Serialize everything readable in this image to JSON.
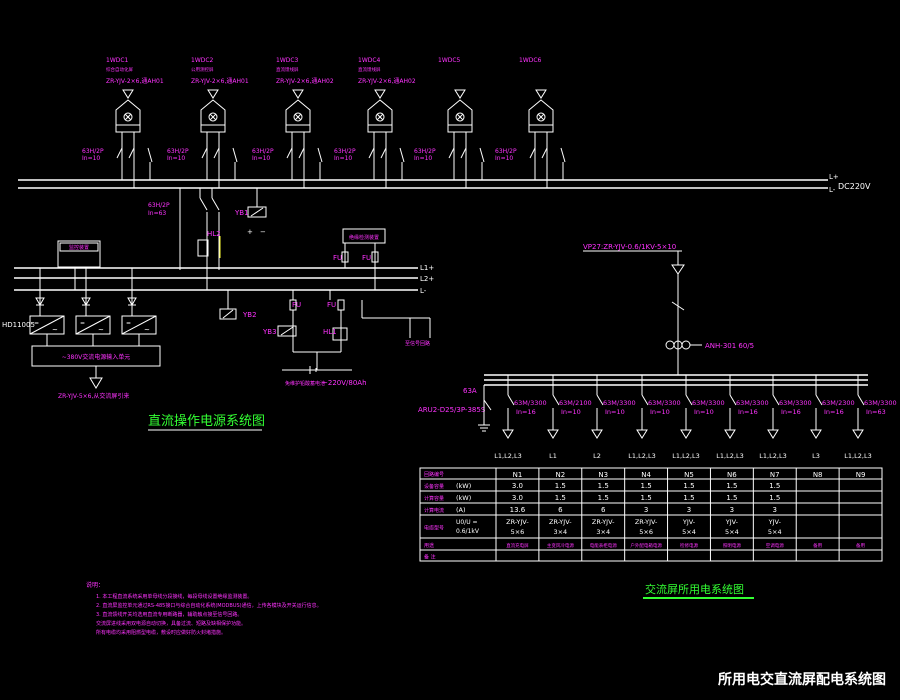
{
  "footer_title": "所用电交直流屏配电系统图",
  "dc": {
    "title": "直流操作电源系统图",
    "bus_label_pos": "L+",
    "bus_label_neg": "L-",
    "voltage": "DC220V",
    "feeders": [
      {
        "id": "1WDC1",
        "note": "综合自动化屏",
        "cable": "ZR-YJV-2×6,通AH01",
        "breaker": "63H/2P",
        "rating": "In=10"
      },
      {
        "id": "1WDC2",
        "note": "公用测控屏",
        "cable": "ZR-YJV-2×6,通AH01",
        "breaker": "63H/2P",
        "rating": "In=10"
      },
      {
        "id": "1WDC3",
        "note": "直流馈线屏",
        "cable": "ZR-YJV-2×6,通AH02",
        "breaker": "63H/2P",
        "rating": "In=10"
      },
      {
        "id": "1WDC4",
        "note": "直流馈线屏",
        "cable": "ZR-YJV-2×6,通AH02",
        "breaker": "63H/2P",
        "rating": "In=10"
      },
      {
        "id": "1WDC5",
        "note": "",
        "cable": "",
        "breaker": "63H/2P",
        "rating": "In=10"
      },
      {
        "id": "1WDC6",
        "note": "",
        "cable": "",
        "breaker": "63H/2P",
        "rating": "In=10"
      }
    ],
    "main_breaker": "63H/2P",
    "main_rating": "In=63",
    "yb1": "YB1",
    "yb2": "YB2",
    "yb3": "YB3",
    "hl1": "HL1",
    "hl2": "HL2",
    "fu": "FU",
    "monitor_box": "监控装置",
    "insulation_box": "绝缘检测装置",
    "l1p": "L1+",
    "l2p": "L2+",
    "lneg": "L-",
    "rectifier_model": "HD11005",
    "ac_input_box": "~380V交流电源输入单元",
    "ac_cable": "ZR-YJV-5×6,从交流屏引来",
    "battery": "~220V/80Ah",
    "battery_note": "免维护铅酸蓄电池",
    "signal_note": "至信号回路"
  },
  "ac": {
    "title": "交流屏所用电系统图",
    "incoming_cable": "VP27:ZR-YJV-0.6/1KV-5×10",
    "meter": "ANH-301 60/5",
    "breaker_in": "63A",
    "surge": "ARU2-D25/3P-385S",
    "feeders": [
      {
        "breaker": "63M/3300",
        "rating": "In=16",
        "phase": "L1,L2,L3"
      },
      {
        "breaker": "63M/2100",
        "rating": "In=10",
        "phase": "L1"
      },
      {
        "breaker": "63M/3300",
        "rating": "In=10",
        "phase": "L2"
      },
      {
        "breaker": "63M/3300",
        "rating": "In=10",
        "phase": "L1,L2,L3"
      },
      {
        "breaker": "63M/3300",
        "rating": "In=10",
        "phase": "L1,L2,L3"
      },
      {
        "breaker": "63M/3300",
        "rating": "In=16",
        "phase": "L1,L2,L3"
      },
      {
        "breaker": "63M/3300",
        "rating": "In=16",
        "phase": "L1,L2,L3"
      },
      {
        "breaker": "63M/2300",
        "rating": "In=16",
        "phase": "L3"
      },
      {
        "breaker": "63M/3300",
        "rating": "In=63",
        "phase": "L1,L2,L3"
      }
    ],
    "table": {
      "header": [
        "回路编号",
        "N1",
        "N2",
        "N3",
        "N4",
        "N5",
        "N6",
        "N7",
        "N8",
        "N9"
      ],
      "rows": [
        {
          "label": "设备容量",
          "unit": "(kW)",
          "cells": [
            "3.0",
            "1.5",
            "1.5",
            "1.5",
            "1.5",
            "1.5",
            "1.5",
            "",
            ""
          ]
        },
        {
          "label": "计算容量",
          "unit": "(kW)",
          "cells": [
            "3.0",
            "1.5",
            "1.5",
            "1.5",
            "1.5",
            "1.5",
            "1.5",
            "",
            ""
          ]
        },
        {
          "label": "计算电流",
          "unit": "(A)",
          "cells": [
            "13.6",
            "6",
            "6",
            "3",
            "3",
            "3",
            "3",
            "",
            ""
          ]
        },
        {
          "label": "电缆型号",
          "unit": "U0/U = 0.6/1kV",
          "cells": [
            "ZR-YJV-\n5×6",
            "ZR-YJV-\n3×4",
            "ZR-YJV-\n3×4",
            "ZR-YJV-\n5×6",
            "YJV-\n5×4",
            "YJV-\n5×4",
            "YJV-\n5×4",
            "",
            ""
          ]
        },
        {
          "label": "用途",
          "unit": "",
          "cells": [
            "直流充电屏",
            "主变风冷电源",
            "电能表柜电源",
            "户外配电箱电源",
            "检修电源",
            "照明电源",
            "空调电源",
            "备用",
            "备用"
          ]
        },
        {
          "label": "备 注",
          "unit": "",
          "cells": [
            "",
            "",
            "",
            "",
            "",
            "",
            "",
            "",
            ""
          ]
        }
      ]
    }
  },
  "notes": {
    "heading": "说明：",
    "lines": [
      "1. 本工程直流系统采用单母线分段接线，每段母线设置绝缘监测装置。",
      "2. 直流屏监控单元通过RS-485接口与综合自动化系统(MODBUS)通信，上传各模块及开关运行信息。",
      "3. 直流馈线开关均选用直流专用断路器，辅助触点接至信号回路。",
      "   交流屏进线采用双电源自动切换，具备过流、短路及缺相保护功能。",
      "   所有电缆均采用阻燃型电缆，敷设时应做好防火封堵措施。"
    ]
  }
}
